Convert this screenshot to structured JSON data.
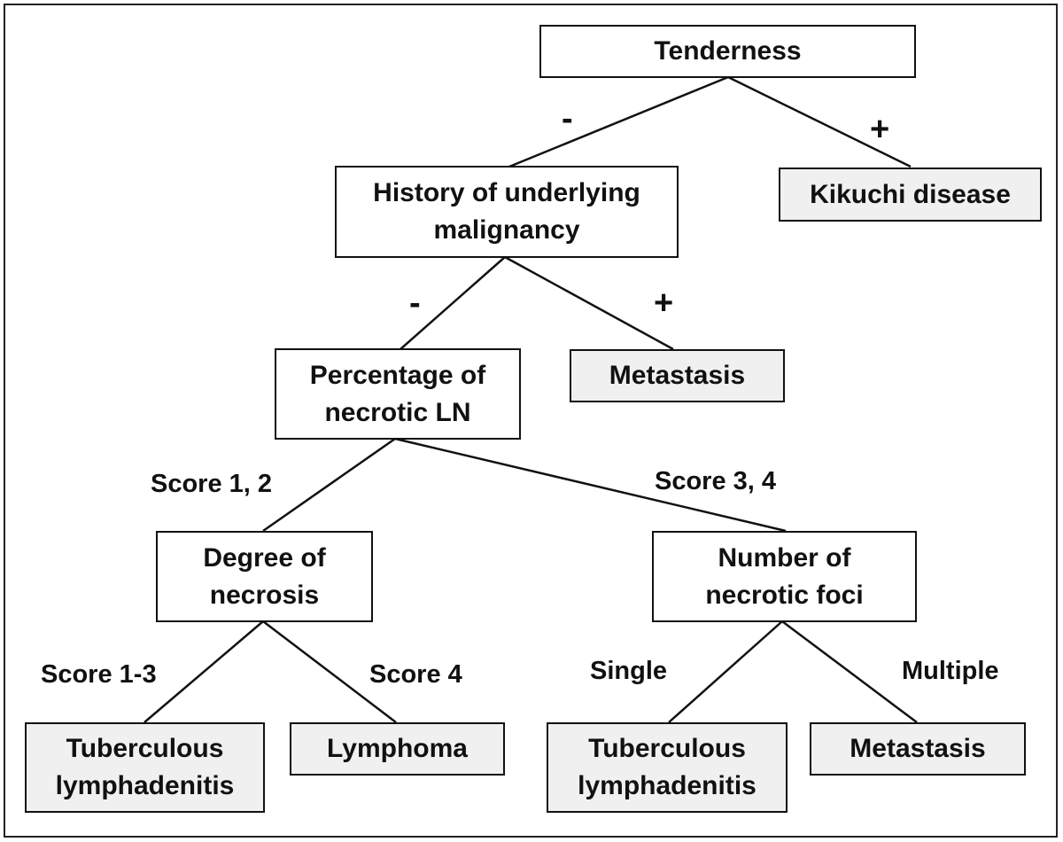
{
  "nodes": {
    "tenderness": "Tenderness",
    "kikuchi": "Kikuchi disease",
    "history": "History of underlying\nmalignancy",
    "metastasis_top": "Metastasis",
    "percentage": "Percentage of\nnecrotic LN",
    "degree": "Degree of\nnecrosis",
    "number": "Number of\nnecrotic foci",
    "tb_left": "Tuberculous\nlymphadenitis",
    "lymphoma": "Lymphoma",
    "tb_right": "Tuberculous\nlymphadenitis",
    "metastasis_bottom": "Metastasis"
  },
  "edge_labels": {
    "tenderness_neg": "-",
    "tenderness_pos": "+",
    "history_neg": "-",
    "history_pos": "+",
    "score_1_2": "Score 1, 2",
    "score_3_4": "Score 3, 4",
    "score_1_3": "Score 1-3",
    "score_4": "Score 4",
    "single": "Single",
    "multiple": "Multiple"
  },
  "colors": {
    "decision_fill": "#ffffff",
    "outcome_fill": "#f0f0f0",
    "line": "#111111"
  }
}
